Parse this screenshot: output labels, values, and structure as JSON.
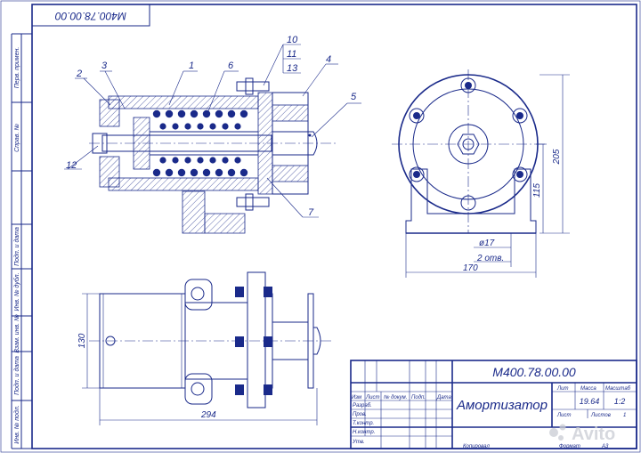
{
  "drawing": {
    "designation": "М400.78.00.00",
    "designation_rotated": "М400.78.00.00",
    "title": "Амортизатор",
    "mass": "19.64",
    "scale": "1:2",
    "sheet_label": "Лист",
    "sheets_label": "Листов",
    "sheets_value": "1",
    "lit_label": "Лит",
    "mass_label": "Масса",
    "scale_label": "Масштаб",
    "copied_label": "Копировал",
    "format_label": "Формат",
    "format_value": "А3"
  },
  "title_rows": {
    "header": [
      "Изм",
      "Лист",
      "№ докум.",
      "Подп.",
      "Дата"
    ],
    "labels": [
      "Разраб.",
      "Пров.",
      "Т.контр.",
      "",
      "Н.контр.",
      "Утв."
    ]
  },
  "left_strip": {
    "labels": [
      "Перв. примен.",
      "Справ. №",
      "Подп. и дата",
      "Инв. № дубл.",
      "Взам. инв. №",
      "Подп. и дата",
      "Инв. № подл."
    ]
  },
  "callouts": [
    "1",
    "2",
    "3",
    "4",
    "5",
    "6",
    "7",
    "10",
    "11",
    "12",
    "13"
  ],
  "dimensions": {
    "d205": "205",
    "d115": "115",
    "d17": "ø17",
    "holes": "2 отв.",
    "d170": "170",
    "d130": "130",
    "d294": "294"
  },
  "watermark": "Avito"
}
